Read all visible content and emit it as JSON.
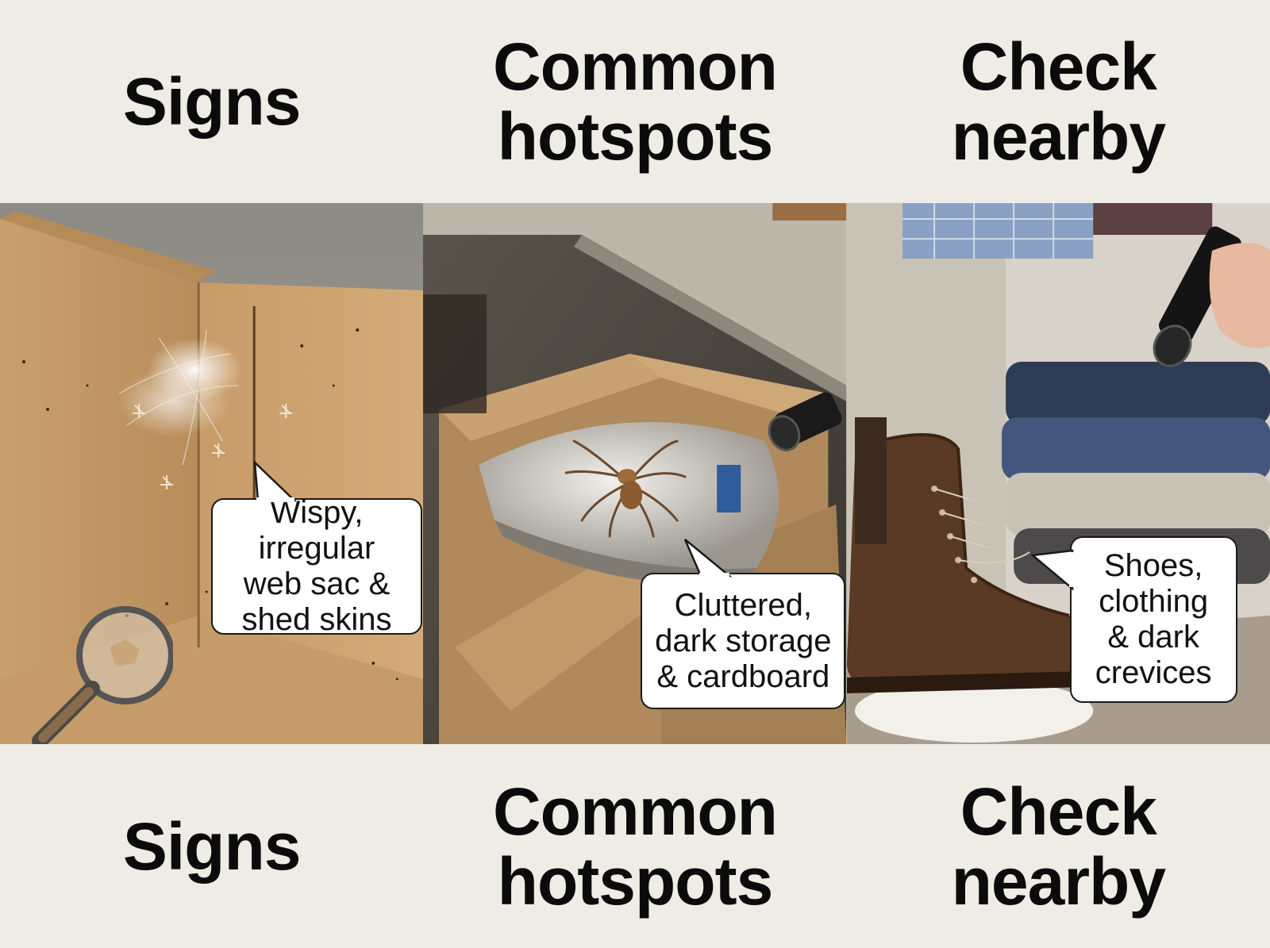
{
  "columns": [
    {
      "top_title": "Signs",
      "bottom_title": "Signs",
      "callout": "Wispy, irregular\nweb sac &\nshed skins",
      "scene_icon": "cardboard-box-with-web-icon",
      "extra_icon": "magnifying-glass-icon"
    },
    {
      "top_title": "Common\nhotspots",
      "bottom_title": "Common\nhotspots",
      "callout": "Cluttered,\ndark storage\n& cardboard",
      "scene_icon": "spider-on-tarp-in-box-icon",
      "extra_icon": "flashlight-icon"
    },
    {
      "top_title": "Check\nnearby",
      "bottom_title": "Check\nnearby",
      "callout": "Shoes,\nclothing\n& dark\ncrevices",
      "scene_icon": "boot-and-clothes-icon",
      "extra_icon": "flashlight-in-hand-icon"
    }
  ],
  "colors": {
    "background": "#efece5",
    "cardboard": "#c49a68",
    "callout_border": "#1a1a1a",
    "text": "#0b0b0b"
  }
}
